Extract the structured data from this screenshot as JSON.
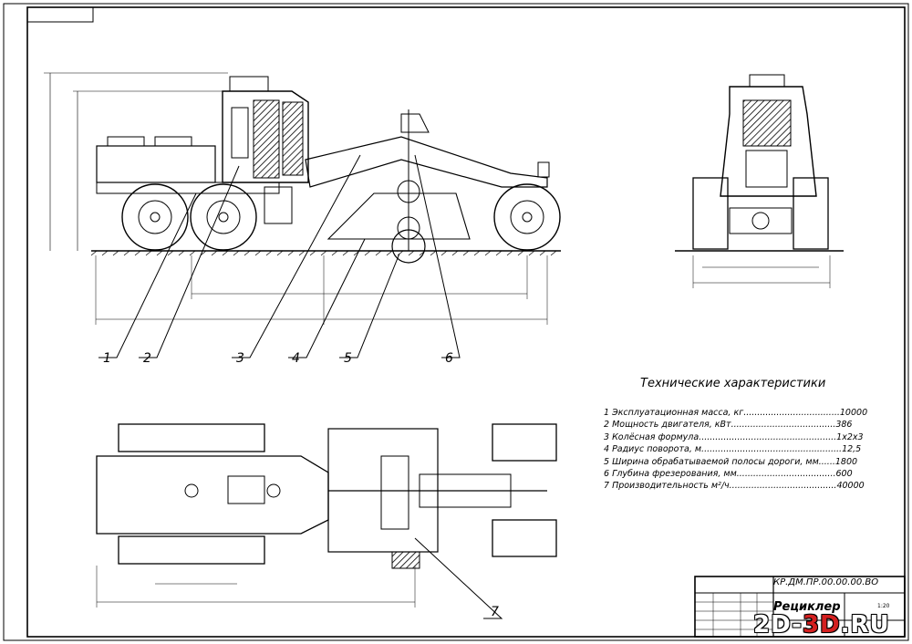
{
  "callouts": [
    "1",
    "2",
    "3",
    "4",
    "5",
    "6",
    "7"
  ],
  "specs": {
    "title": "Технические характеристики",
    "items": [
      "1 Эксплуатационная масса, кг...................................10000",
      "2 Мощность двигателя, кВт......................................386",
      "3 Колёсная формула..................................................1х2х3",
      "4 Радиус поворота, м...................................................12,5",
      "5 Ширина обрабатываемой полосы дороги, мм......1800",
      "6 Глубина фрезерования, мм....................................600",
      "7 Производительность м²/ч.......................................40000"
    ]
  },
  "title_block": {
    "code": "КР.ДМ.ПР.00.00.00.ВО",
    "name": "Рециклер",
    "scale": "1:20"
  },
  "watermark": {
    "parts": [
      "2D-",
      "3D",
      ".RU"
    ],
    "colors": [
      "#ffffff",
      "#d42020",
      "#ffffff"
    ],
    "outline": "#000000"
  }
}
